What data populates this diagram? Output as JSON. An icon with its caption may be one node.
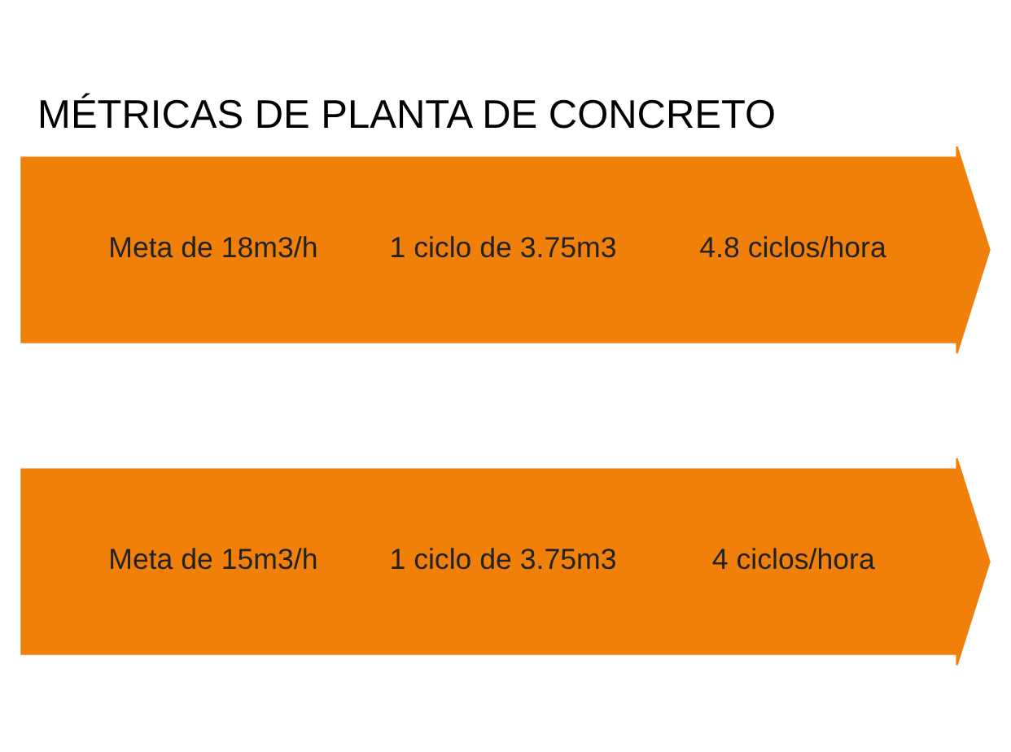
{
  "diagram": {
    "title": "MÉTRICAS DE PLANTA DE CONCRETO",
    "nodes": [
      {
        "text": [
          "Meta de 15m3/h",
          "1 ciclo de 3.75m3",
          "4 ciclos/hora"
        ]
      },
      {
        "text": [
          "Meta de 18m3/h",
          "1 ciclo de 3.75m3",
          "4.8 ciclos/hora"
        ]
      }
    ],
    "edges": []
  }
}
